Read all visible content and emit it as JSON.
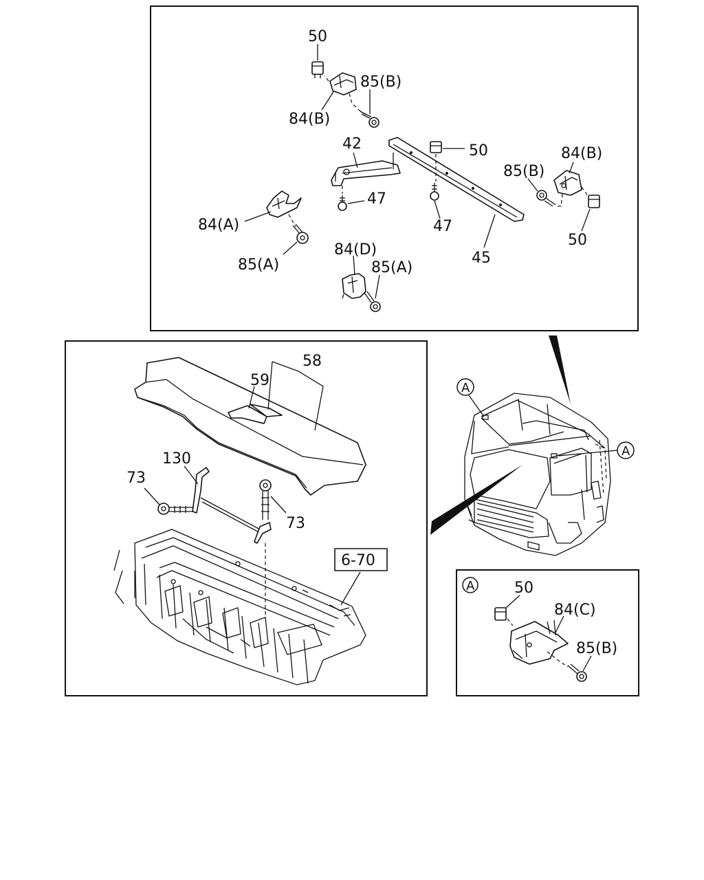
{
  "top_panel": {
    "labels": {
      "p50_a": "50",
      "p85b_a": "85(B)",
      "p84b_a": "84(B)",
      "p42": "42",
      "p50_b": "50",
      "p84b_b": "84(B)",
      "p85b_b": "85(B)",
      "p47_a": "47",
      "p47_b": "47",
      "p84a": "84(A)",
      "p85a_a": "85(A)",
      "p45": "45",
      "p50_c": "50",
      "p84d": "84(D)",
      "p85a_b": "85(A)"
    }
  },
  "left_panel": {
    "labels": {
      "p58": "58",
      "p59": "59",
      "p130": "130",
      "p73_a": "73",
      "p73_b": "73",
      "ref": "6-70"
    }
  },
  "cab_view": {
    "labels": {
      "callout_a1": "A",
      "callout_a2": "A"
    }
  },
  "detail_a": {
    "labels": {
      "callout": "A",
      "p50": "50",
      "p84c": "84(C)",
      "p85b": "85(B)"
    }
  }
}
